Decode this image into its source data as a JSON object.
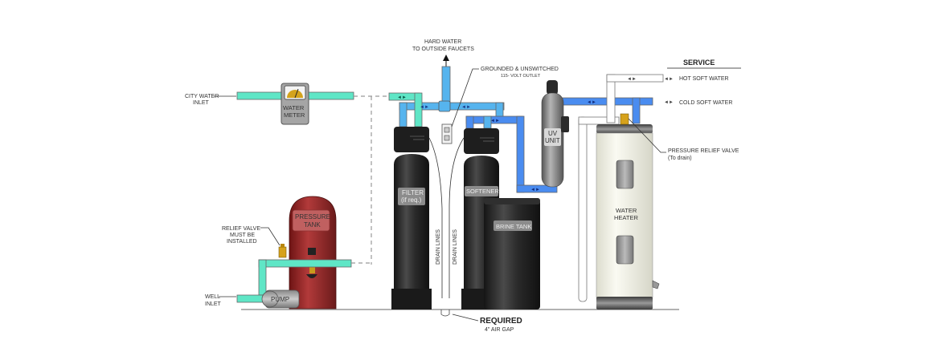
{
  "diagram": {
    "title": "Whole-house water treatment installation",
    "colors": {
      "well_water_pipe": "#5fe6c6",
      "treated_water_pipe": "#4a8cf0",
      "light_blue_pipe": "#56b4ee",
      "hot_water_pipe": "#ffffff",
      "pressure_tank": "#9e2a2a",
      "tank_dark": "#2a2a2a",
      "water_heater": "#f2f2e8",
      "valve_brass": "#d6a21c"
    },
    "labels": {
      "city_water_inlet": [
        "CITY WATER",
        "INLET"
      ],
      "water_meter": [
        "WATER",
        "METER"
      ],
      "hard_water": [
        "HARD WATER",
        "TO OUTSIDE FAUCETS"
      ],
      "outlet": "GROUNDED & UNSWITCHED",
      "outlet_sub": "115- VOLT OUTLET",
      "service_header": "SERVICE",
      "hot_soft_water": "HOT SOFT WATER",
      "cold_soft_water": "COLD SOFT WATER",
      "pressure_relief_valve": "PRESSURE RELIEF VALVE",
      "pressure_relief_sub": "(To drain)",
      "uv_unit": [
        "UV",
        "UNIT"
      ],
      "filter": [
        "FILTER",
        "(if req.)"
      ],
      "softener": "SOFTENER",
      "brine_tank": "BRINE TANK",
      "water_heater": [
        "WATER",
        "HEATER"
      ],
      "pressure_tank": [
        "PRESSURE",
        "TANK"
      ],
      "relief_valve": [
        "RELIEF VALVE",
        "MUST BE",
        "INSTALLED"
      ],
      "pump": "PUMP",
      "well_inlet": [
        "WELL",
        "INLET"
      ],
      "drain_lines": "DRAIN LINES",
      "required": "REQUIRED",
      "air_gap": "4\" AIR GAP"
    }
  }
}
